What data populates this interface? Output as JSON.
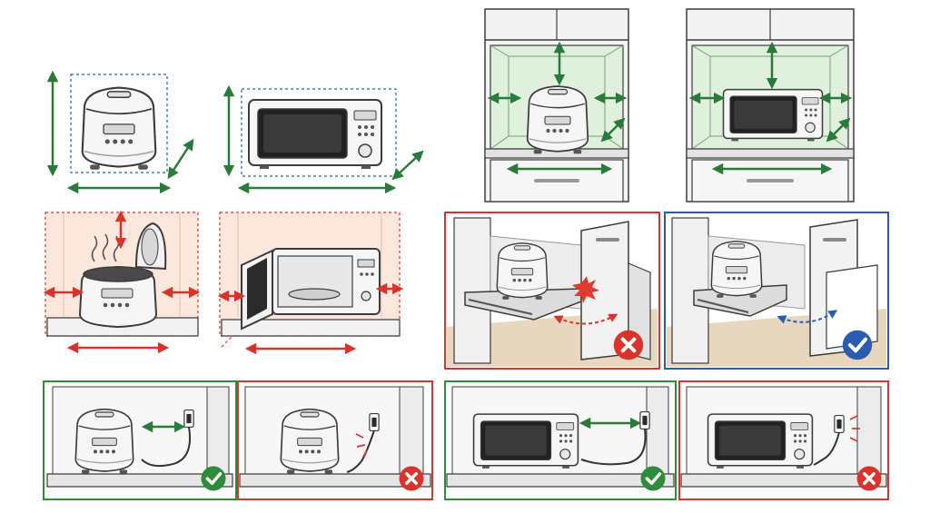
{
  "illustration": {
    "layout": "appliance-clearance-and-placement-guide",
    "appliances": [
      "rice-cooker",
      "microwave"
    ],
    "colors": {
      "good": "#2e8b3a",
      "bad": "#d9342b",
      "info": "#2a5db0",
      "measure": "#2a7a3a",
      "outline": "#3c3c3c",
      "appliance": "#f4f4f4",
      "cabinet": "#e9e9e9",
      "warm_bg": "#fbe7dc",
      "green_bg": "#dff0dc",
      "floor": "#e8d7bf"
    },
    "status_marks": {
      "pullout_shelf_blocked": "bad",
      "pullout_shelf_clear": "good",
      "rice_cooker_cord_slack": "good",
      "rice_cooker_cord_strained": "bad",
      "microwave_cord_slack": "good",
      "microwave_cord_strained": "bad"
    }
  }
}
